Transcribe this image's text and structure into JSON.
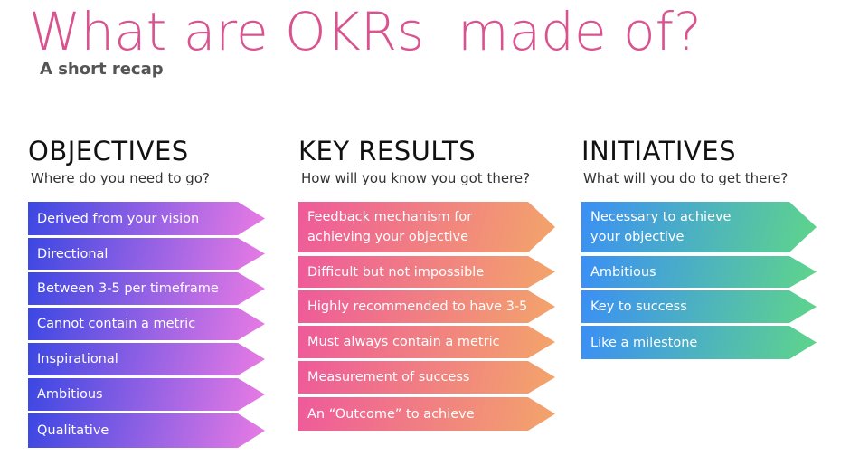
{
  "title": "What are OKRs  made of?",
  "subtitle": "A short recap",
  "colors": {
    "title": "#d9538f",
    "objectives_gradient": [
      "#3b47e3",
      "#ea7be4"
    ],
    "key_results_gradient": [
      "#ee5a9a",
      "#f3a56a"
    ],
    "initiatives_gradient": [
      "#3a8ff5",
      "#5fd58a"
    ]
  },
  "columns": {
    "objectives": {
      "heading": "OBJECTIVES",
      "subheading": "Where do you need to go?",
      "items": [
        "Derived from your vision",
        "Directional",
        "Between 3-5 per timeframe",
        "Cannot contain a metric",
        "Inspirational",
        "Ambitious",
        "Qualitative"
      ]
    },
    "key_results": {
      "heading": "KEY RESULTS",
      "subheading": "How will you know you got there?",
      "items": [
        "Feedback mechanism for achieving your objective",
        "Difficult but not impossible",
        "Highly recommended to have 3-5",
        "Must always contain a metric",
        "Measurement of success",
        "An “Outcome” to achieve"
      ]
    },
    "initiatives": {
      "heading": "INITIATIVES",
      "subheading": "What will you do to get there?",
      "items": [
        "Necessary to achieve your objective",
        "Ambitious",
        "Key to success",
        "Like a milestone"
      ]
    }
  }
}
